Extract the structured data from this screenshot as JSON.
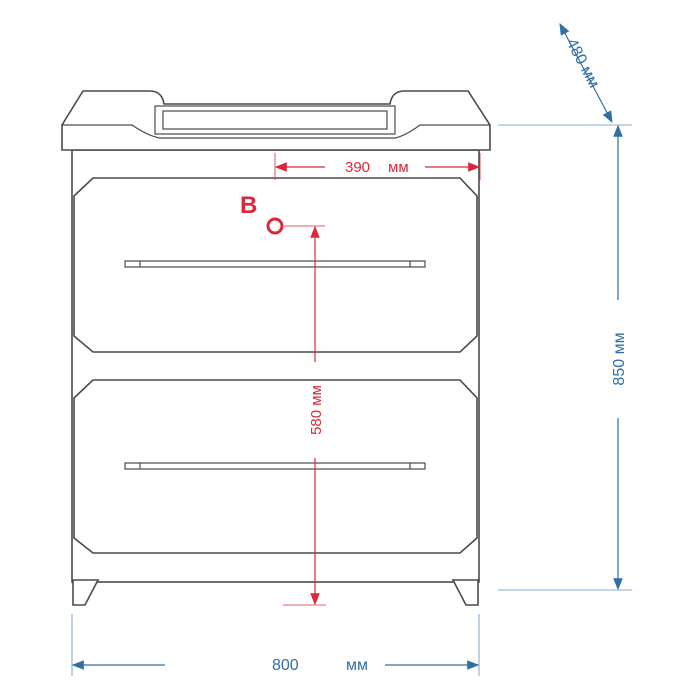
{
  "dimensions": {
    "width": "800",
    "width_unit": "мм",
    "height": "850 мм",
    "depth": "480 мм",
    "outlet_offset": "390",
    "outlet_offset_unit": "мм",
    "outlet_height": "580 мм"
  },
  "marker": {
    "label": "B"
  },
  "colors": {
    "dimension_blue": "#2f6fa3",
    "dimension_red": "#d9283b",
    "outline": "#4a4a4a"
  }
}
